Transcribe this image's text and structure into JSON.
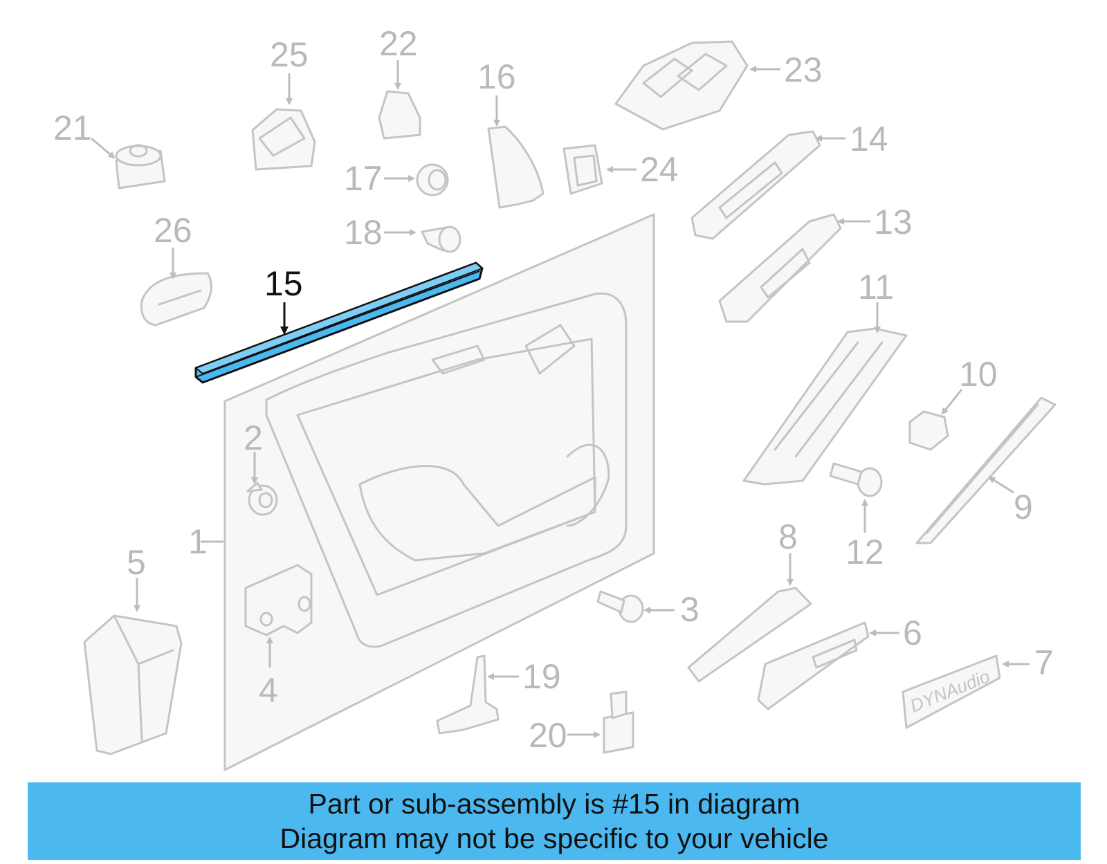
{
  "highlight_color": "#4cb8f0",
  "highlighted_part": "15",
  "badge_text": "DYNAudio",
  "callouts": [
    "1",
    "2",
    "3",
    "4",
    "5",
    "6",
    "7",
    "8",
    "9",
    "10",
    "11",
    "12",
    "13",
    "14",
    "15",
    "16",
    "17",
    "18",
    "19",
    "20",
    "21",
    "22",
    "23",
    "24",
    "25",
    "26"
  ],
  "banner": {
    "line1": "Part or sub-assembly is #15 in diagram",
    "line2": "Diagram may not be specific to your vehicle"
  }
}
